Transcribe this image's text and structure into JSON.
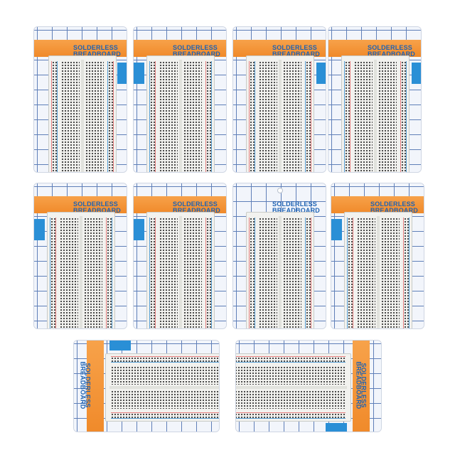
{
  "product": {
    "label_line1": "SOLDERLESS",
    "label_line2": "BREADBOARD",
    "package_count": 10,
    "colors": {
      "banner": "#f08a2a",
      "tab": "#2a8fd6",
      "grid": "#5f7fb8",
      "rail_red": "#e36a6a",
      "rail_blue": "#3a8fd0",
      "board": "#f2f2ef"
    }
  }
}
